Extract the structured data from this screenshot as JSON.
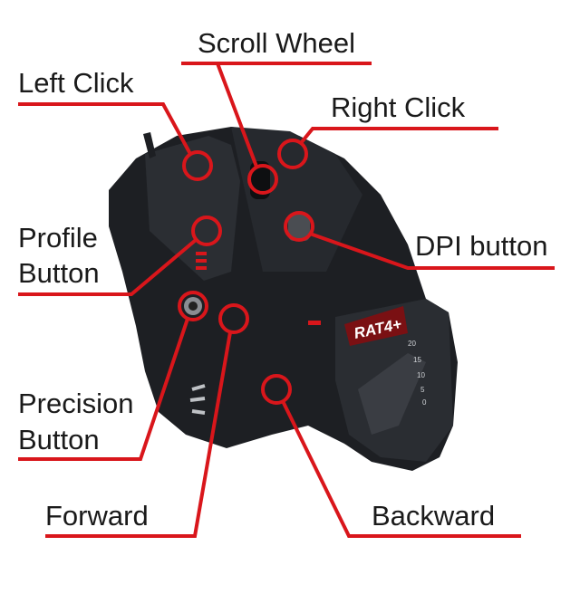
{
  "colors": {
    "accent": "#d9161b",
    "mouse_body": "#1d1f23",
    "text": "#1a1a1a"
  },
  "labels": {
    "scroll_wheel": "Scroll Wheel",
    "left_click": "Left Click",
    "right_click": "Right Click",
    "profile_button_1": "Profile",
    "profile_button_2": "Button",
    "dpi_button": "DPI button",
    "precision_button_1": "Precision",
    "precision_button_2": "Button",
    "forward": "Forward",
    "backward": "Backward"
  },
  "mouse": {
    "brand_logo": "RAT 4+",
    "scale_ticks": [
      "20",
      "15",
      "10",
      "5",
      "0"
    ]
  }
}
